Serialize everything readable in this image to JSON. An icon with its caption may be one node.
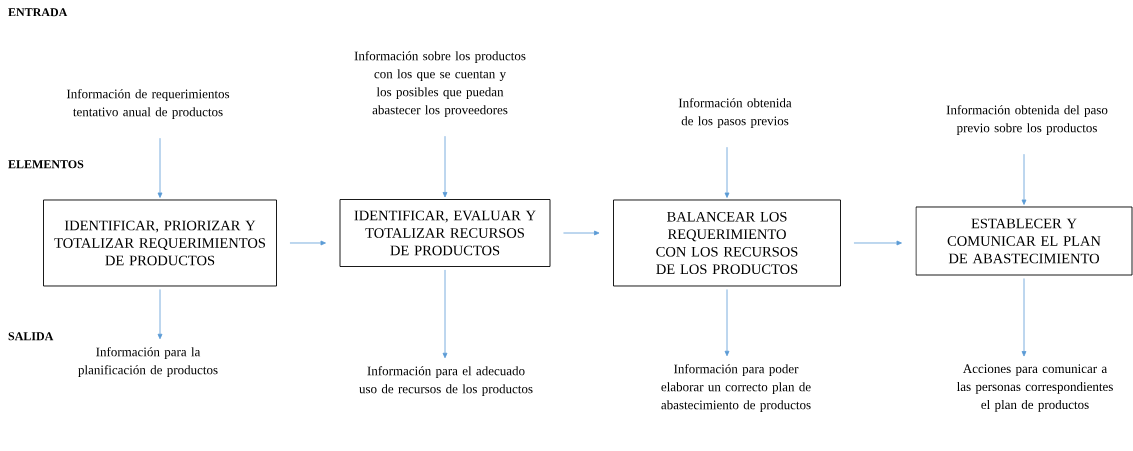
{
  "diagram": {
    "nodes": [
      {
        "text": [
          "Información de requerimientos tentativo anual de productos"
        ]
      },
      {
        "text": [
          "IDENTIFICAR, PRIORIZAR Y TOTALIZAR REQUERIMIENTOS DE PRODUCTOS"
        ]
      },
      {
        "text": [
          "Información para la planificación de productos"
        ]
      },
      {
        "text": [
          "Información sobre los productos con los que se cuentan y los posibles que puedan abastecer los proveedores"
        ]
      },
      {
        "text": [
          "IDENTIFICAR, EVALUAR Y TOTALIZAR RECURSOS DE PRODUCTOS"
        ]
      },
      {
        "text": [
          "Información para el adecuado uso de recursos de los productos"
        ]
      },
      {
        "text": [
          "Información obtenida de los pasos previos"
        ]
      },
      {
        "text": [
          "BALANCEAR LOS REQUERIMIENTO CON LOS RECURSOS DE LOS PRODUCTOS"
        ]
      },
      {
        "text": [
          "Información para poder elaborar un correcto plan de abastecimiento de productos"
        ]
      },
      {
        "text": [
          "Información obtenida del paso previo sobre los productos"
        ]
      },
      {
        "text": [
          "ESTABLECER Y COMUNICAR EL PLAN DE ABASTECIMIENTO"
        ]
      },
      {
        "text": [
          "Acciones para comunicar a las personas correspondientes el plan de productos"
        ]
      }
    ],
    "edges": [
      {
        "from": 0,
        "to": 1,
        "arrow": "to"
      },
      {
        "from": 1,
        "to": 2,
        "arrow": "to"
      },
      {
        "from": 1,
        "to": 4,
        "arrow": "to"
      },
      {
        "from": 3,
        "to": 4,
        "arrow": "to"
      },
      {
        "from": 4,
        "to": 5,
        "arrow": "to"
      },
      {
        "from": 4,
        "to": 7,
        "arrow": "to"
      },
      {
        "from": 6,
        "to": 7,
        "arrow": "to"
      },
      {
        "from": 7,
        "to": 8,
        "arrow": "to"
      },
      {
        "from": 7,
        "to": 10,
        "arrow": "to"
      },
      {
        "from": 9,
        "to": 10,
        "arrow": "to"
      },
      {
        "from": 10,
        "to": 11,
        "arrow": "to"
      }
    ],
    "labels": [
      "ENTRADA",
      "ELEMENTOS",
      "SALIDA"
    ]
  }
}
